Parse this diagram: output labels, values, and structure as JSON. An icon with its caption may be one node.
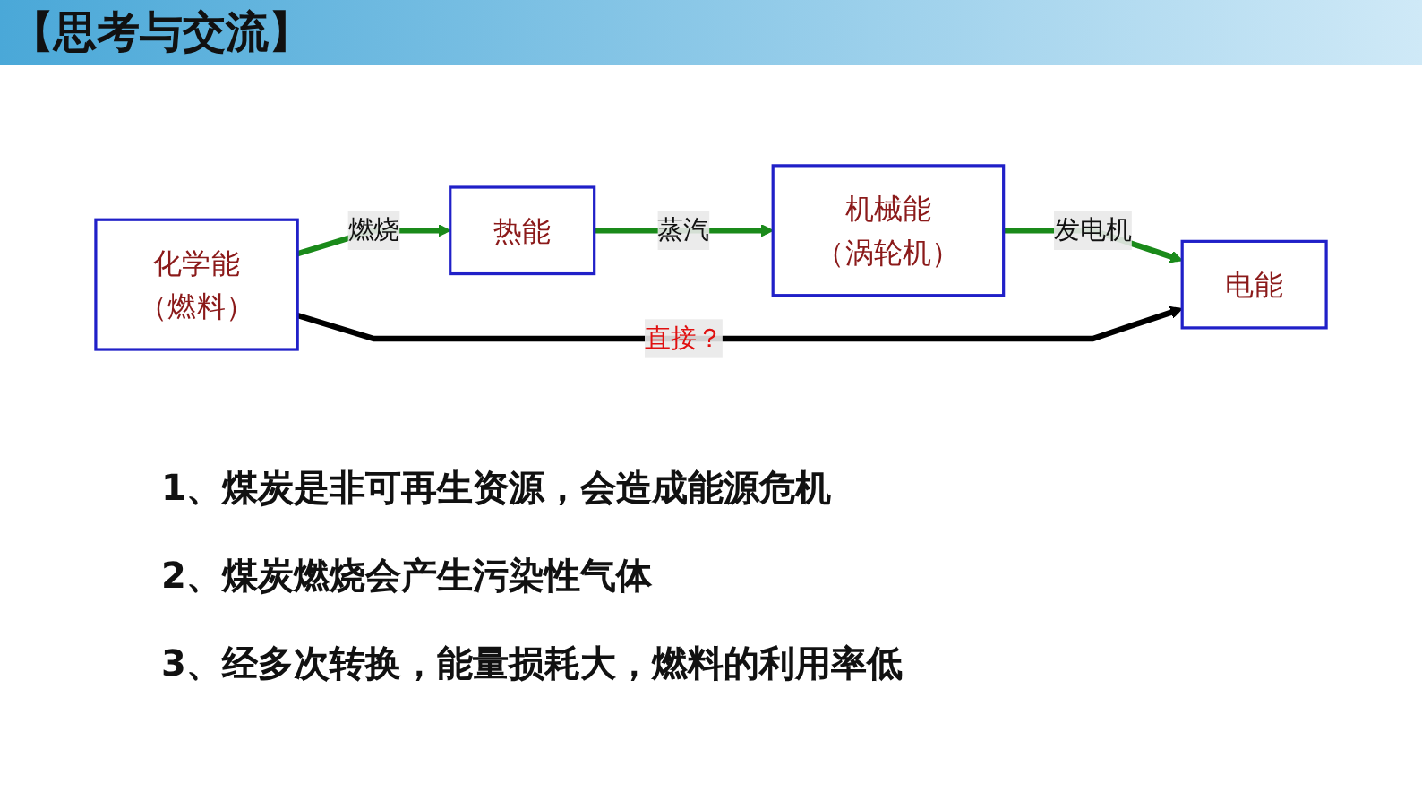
{
  "diagram": {
    "title": "【思考与交流】",
    "nodes": [
      {
        "text": [
          "化学能",
          "（燃料）"
        ]
      },
      {
        "text": [
          "热能"
        ]
      },
      {
        "text": [
          "机械能",
          "（涡轮机）"
        ]
      },
      {
        "text": [
          "电能"
        ]
      }
    ],
    "edges": [
      {
        "from": 0,
        "to": 1,
        "arrow": "to",
        "label": "燃烧",
        "color": "#1a8a1a"
      },
      {
        "from": 1,
        "to": 2,
        "arrow": "to",
        "label": "蒸汽",
        "color": "#1a8a1a"
      },
      {
        "from": 2,
        "to": 3,
        "arrow": "to",
        "label": "发电机",
        "color": "#1a8a1a"
      },
      {
        "from": 0,
        "to": 3,
        "arrow": "to",
        "label": "直接？",
        "color": "#000000"
      }
    ],
    "labels": [
      "1、煤炭是非可再生资源，会造成能源危机",
      "2、煤炭燃烧会产生污染性气体",
      "3、经多次转换，能量损耗大，燃料的利用率低"
    ]
  }
}
